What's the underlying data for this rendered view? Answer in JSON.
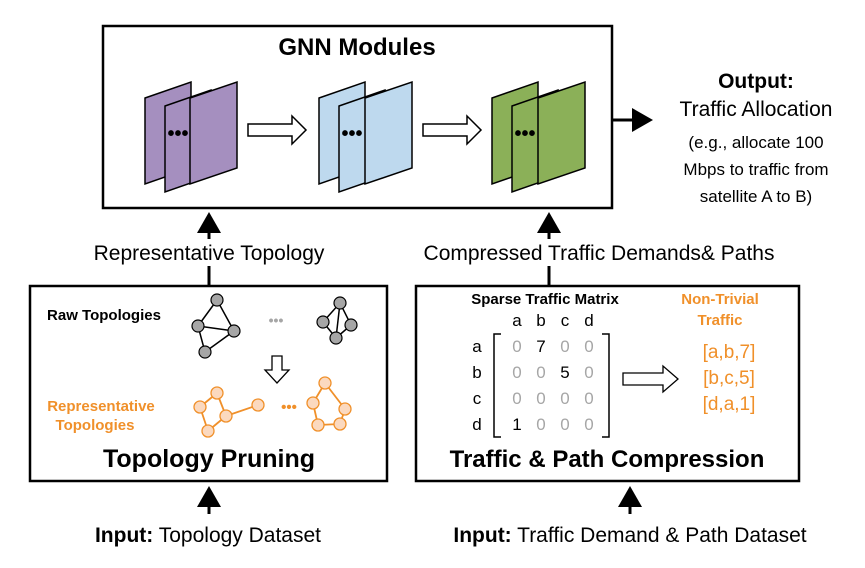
{
  "gnn": {
    "title": "GNN Modules",
    "dots": "•••"
  },
  "output": {
    "heading": "Output:",
    "value": "Traffic Allocation",
    "example": [
      "(e.g., allocate 100",
      "Mbps to traffic from",
      "satellite A to B)"
    ]
  },
  "links": {
    "left_label": "Representative Topology",
    "right_label": "Compressed Traffic Demands& Paths"
  },
  "pruning": {
    "raw_label": "Raw Topologies",
    "rep_label": [
      "Representative",
      "Topologies"
    ],
    "dots": "•••",
    "title": "Topology Pruning"
  },
  "compression": {
    "matrix_title": "Sparse Traffic Matrix",
    "col_headers": [
      "a",
      "b",
      "c",
      "d"
    ],
    "row_headers": [
      "a",
      "b",
      "c",
      "d"
    ],
    "rows": [
      [
        "0",
        "7",
        "0",
        "0"
      ],
      [
        "0",
        "0",
        "5",
        "0"
      ],
      [
        "0",
        "0",
        "0",
        "0"
      ],
      [
        "1",
        "0",
        "0",
        "0"
      ]
    ],
    "nontrivial_label": [
      "Non-Trivial",
      "Traffic"
    ],
    "triples": [
      "[a,b,7]",
      "[b,c,5]",
      "[d,a,1]"
    ],
    "title": "Traffic & Path Compression"
  },
  "inputs": {
    "left_bold": "Input:",
    "left_text": " Topology Dataset",
    "right_bold": "Input:",
    "right_text": " Traffic Demand & Path Dataset"
  },
  "colors": {
    "purple": "#a58fbf",
    "blue": "#bed9ee",
    "green": "#8bb058",
    "orange": "#f0902a",
    "orange_fill": "#fbd9bf",
    "gray_node": "#a6a6a6",
    "zero": "#a6a6a6"
  }
}
